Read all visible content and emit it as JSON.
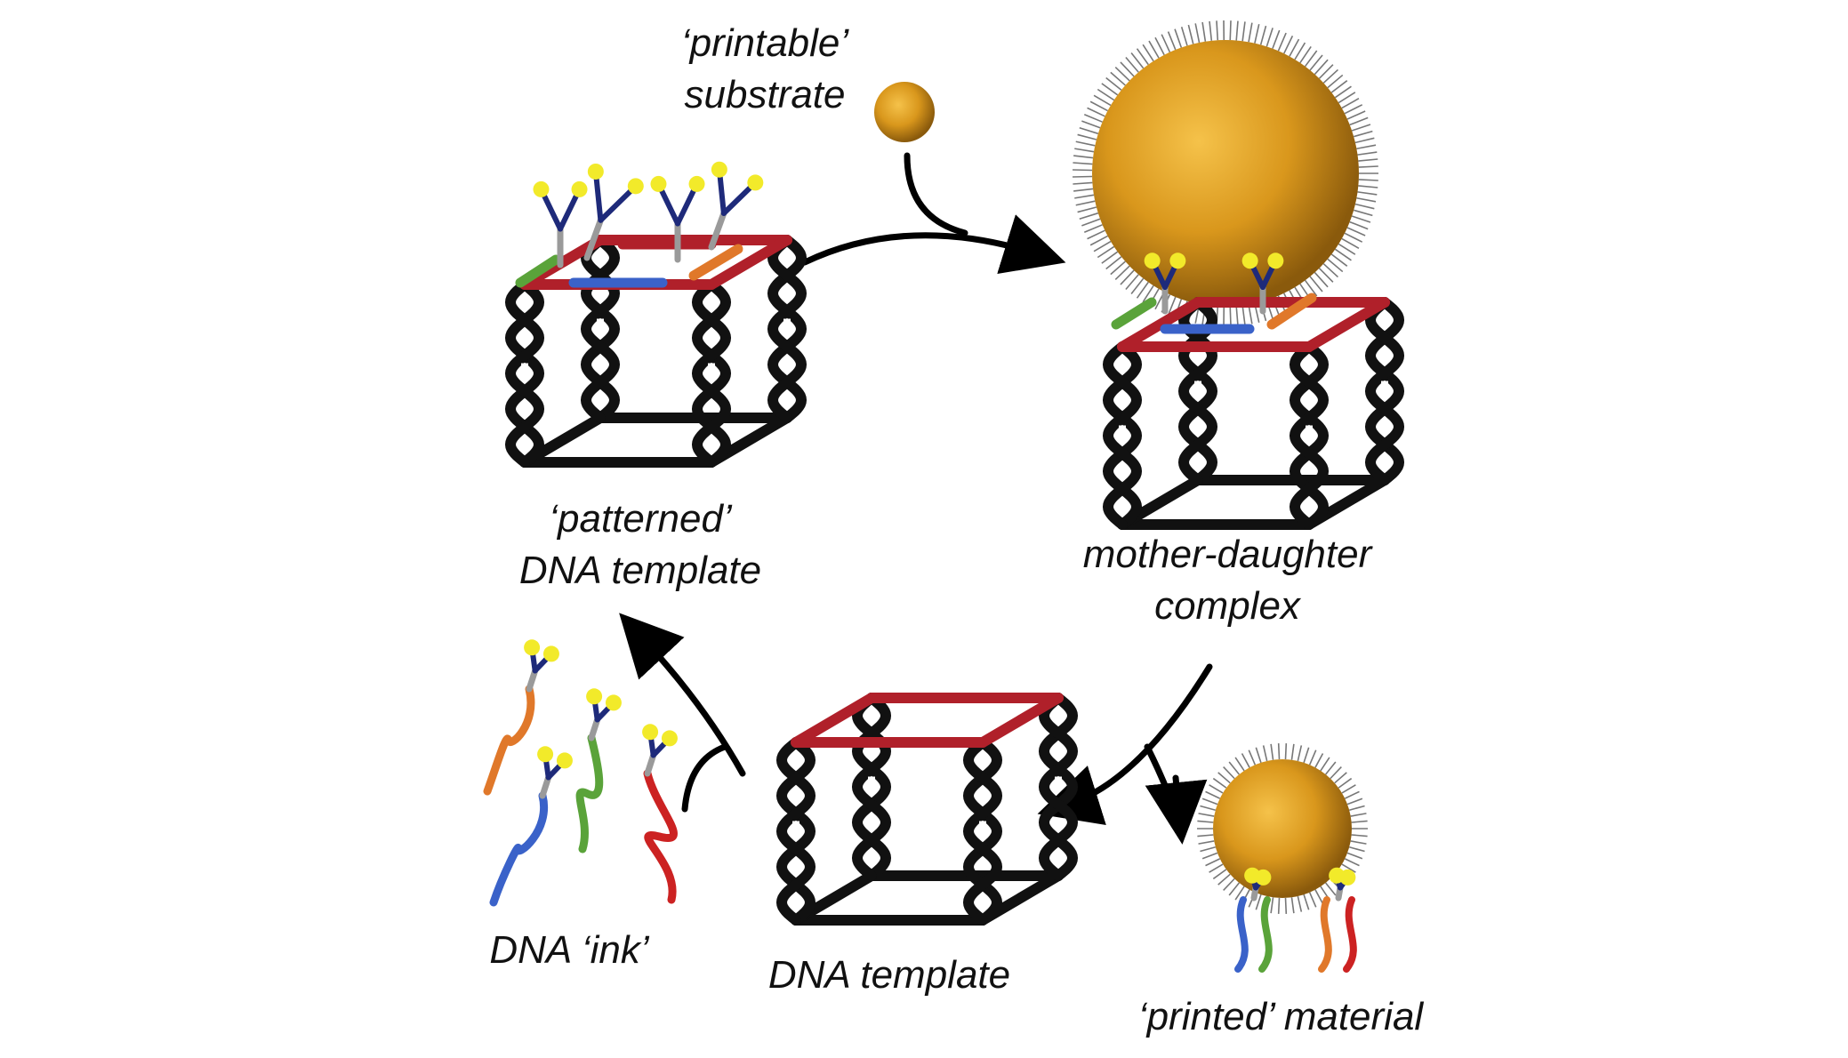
{
  "labels": {
    "printable_substrate": {
      "line1": "‘printable’",
      "line2": "substrate"
    },
    "patterned_template": {
      "line1": "‘patterned’",
      "line2": "DNA template"
    },
    "mother_daughter": {
      "line1": "mother-daughter",
      "line2": "complex"
    },
    "dna_ink": "DNA ‘ink’",
    "dna_template": "DNA template",
    "printed_material": "‘printed’ material"
  },
  "colors": {
    "helix": "#111111",
    "rim": "#b0202a",
    "gold_light": "#f5c24a",
    "gold_mid": "#d9971c",
    "gold_dark": "#8a5a0c",
    "strand_blue": "#3a62c9",
    "strand_green": "#5aa33a",
    "strand_orange": "#e0782a",
    "strand_red": "#cc2222",
    "linker_gray": "#9a9a9a",
    "linker_navy": "#1e2a7a",
    "tip_yellow": "#f2ea2a",
    "ligand_gray": "#777777"
  }
}
